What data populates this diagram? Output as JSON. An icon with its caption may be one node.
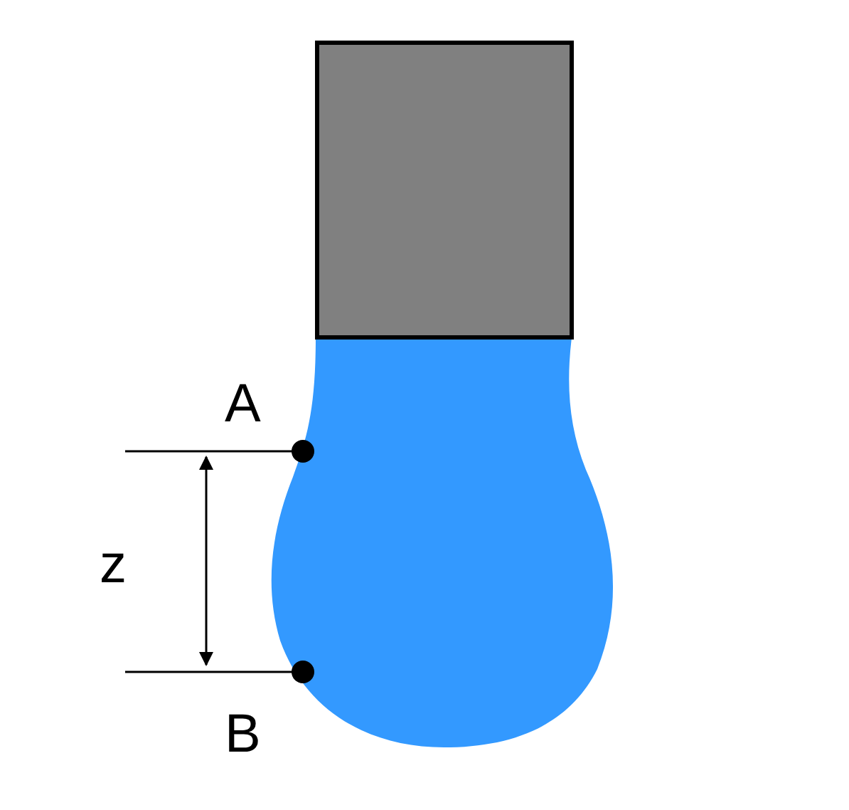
{
  "diagram": {
    "labels": [
      "A",
      "z",
      "B"
    ]
  }
}
